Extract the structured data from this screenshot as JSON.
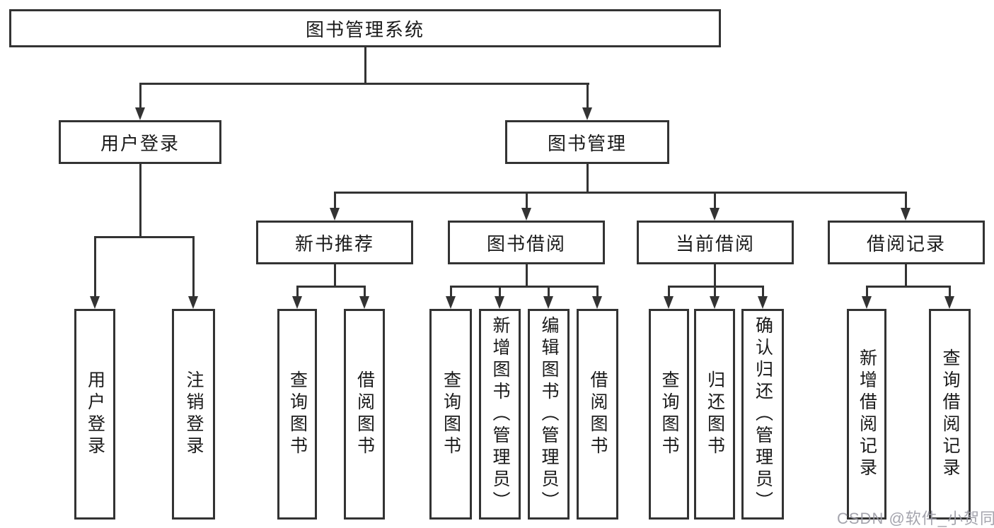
{
  "tree": {
    "root": {
      "label": "图书管理系统",
      "children": [
        {
          "label": "用户登录",
          "children": [
            {
              "label": "用户登录"
            },
            {
              "label": "注销登录"
            }
          ]
        },
        {
          "label": "图书管理",
          "children": [
            {
              "label": "新书推荐",
              "children": [
                {
                  "label": "查询图书"
                },
                {
                  "label": "借阅图书"
                }
              ]
            },
            {
              "label": "图书借阅",
              "children": [
                {
                  "label": "查询图书"
                },
                {
                  "label": "新增图书（管理员）"
                },
                {
                  "label": "编辑图书（管理员）"
                },
                {
                  "label": "借阅图书"
                }
              ]
            },
            {
              "label": "当前借阅",
              "children": [
                {
                  "label": "查询图书"
                },
                {
                  "label": "归还图书"
                },
                {
                  "label": "确认归还（管理员）"
                }
              ]
            },
            {
              "label": "借阅记录",
              "children": [
                {
                  "label": "新增借阅记录"
                },
                {
                  "label": "查询借阅记录"
                }
              ]
            }
          ]
        }
      ]
    }
  },
  "watermark": {
    "text": "CSDN @软件_小贺同学"
  },
  "colors": {
    "line": "#333333",
    "text": "#1a1a1a",
    "watermark": "#9b9ba5"
  }
}
